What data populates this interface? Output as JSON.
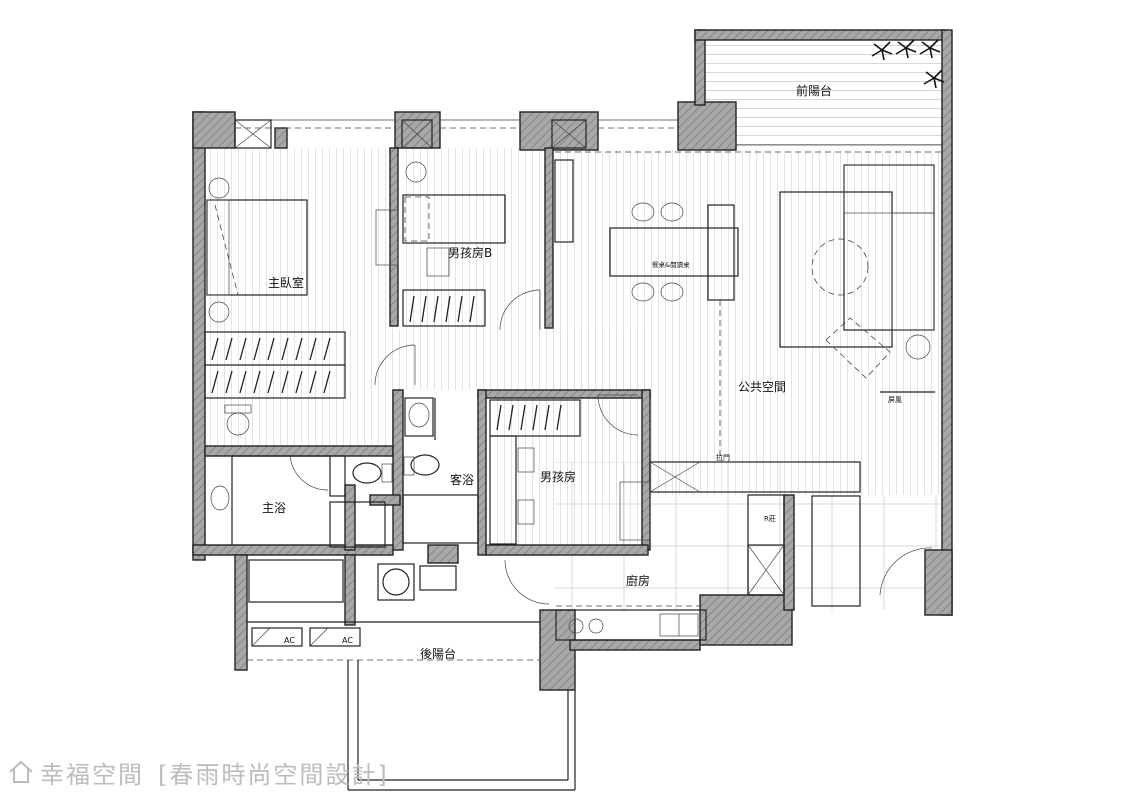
{
  "rooms": {
    "master_bedroom": "主臥室",
    "boy_room_b": "男孩房B",
    "dining_area": "餐桌&閱讀桌",
    "public_space": "公共空間",
    "front_balcony": "前陽台",
    "master_bath": "主浴",
    "guest_bath": "客浴",
    "boy_room": "男孩房",
    "kitchen": "廚房",
    "back_balcony": "後陽台"
  },
  "annotations": {
    "ac_1": "AC",
    "ac_2": "AC",
    "screen": "屏風",
    "sliding_door": "拉門",
    "fridge": "R莊"
  },
  "watermark": {
    "brand": "幸福空間",
    "designer": "[春雨時尚空間設計]"
  }
}
